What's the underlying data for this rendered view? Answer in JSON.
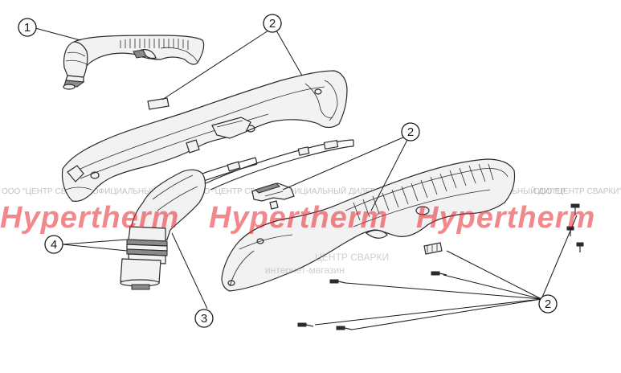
{
  "callouts": [
    {
      "id": "1",
      "label": "1"
    },
    {
      "id": "2a",
      "label": "2"
    },
    {
      "id": "2b",
      "label": "2"
    },
    {
      "id": "2c",
      "label": "2"
    },
    {
      "id": "3",
      "label": "3"
    },
    {
      "id": "4",
      "label": "4"
    }
  ],
  "watermark": {
    "brand": "Hypertherm",
    "dealer_text": "ООО \"ЦЕНТР СВАРКИ\" ОФИЦИАЛЬНЫЙ ДИЛЕР",
    "site_text": "ЦЕНТР СВАРКИ",
    "site_subtext": "интернет-магазин"
  },
  "colors": {
    "line": "#2a2a2a",
    "brand_red": "#e8262d",
    "part_fill": "#f2f2f2"
  }
}
